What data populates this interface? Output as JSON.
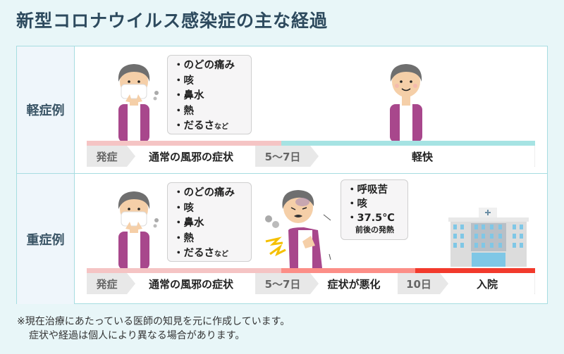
{
  "title": "新型コロナウイルス感染症の主な経過",
  "rows": {
    "mild": {
      "label": "軽症例",
      "symptoms": [
        "のどの痛み",
        "咳",
        "鼻水",
        "熱",
        "だるさ"
      ],
      "symptoms_suffix": "など",
      "timeline": {
        "bar_colors": [
          "#f5c4c4",
          "#a6e3e3"
        ],
        "stages": [
          {
            "label": "発症",
            "style": "grey"
          },
          {
            "label": "通常の風邪の症状",
            "style": "white"
          },
          {
            "label": "5〜7日",
            "style": "grey"
          },
          {
            "label": "軽快",
            "style": "white"
          }
        ]
      }
    },
    "severe": {
      "label": "重症例",
      "symptoms": [
        "のどの痛み",
        "咳",
        "鼻水",
        "熱",
        "だるさ"
      ],
      "symptoms_suffix": "など",
      "worse_symptoms": [
        "呼吸苦",
        "咳",
        "37.5℃"
      ],
      "worse_symptoms_note": "前後の発熱",
      "timeline": {
        "bar_colors": [
          "#f5c4c4",
          "#fc8e87",
          "#f23a2c"
        ],
        "stages": [
          {
            "label": "発症",
            "style": "grey"
          },
          {
            "label": "通常の風邪の症状",
            "style": "white"
          },
          {
            "label": "5〜7日",
            "style": "grey"
          },
          {
            "label": "症状が悪化",
            "style": "white"
          },
          {
            "label": "10日",
            "style": "grey"
          },
          {
            "label": "入院",
            "style": "white"
          }
        ]
      }
    }
  },
  "footnote": {
    "line1": "※現在治療にあたっている医師の知見を元に作成しています。",
    "line2": "症状や経過は個人により異なる場合があります。"
  },
  "bullet": "・"
}
